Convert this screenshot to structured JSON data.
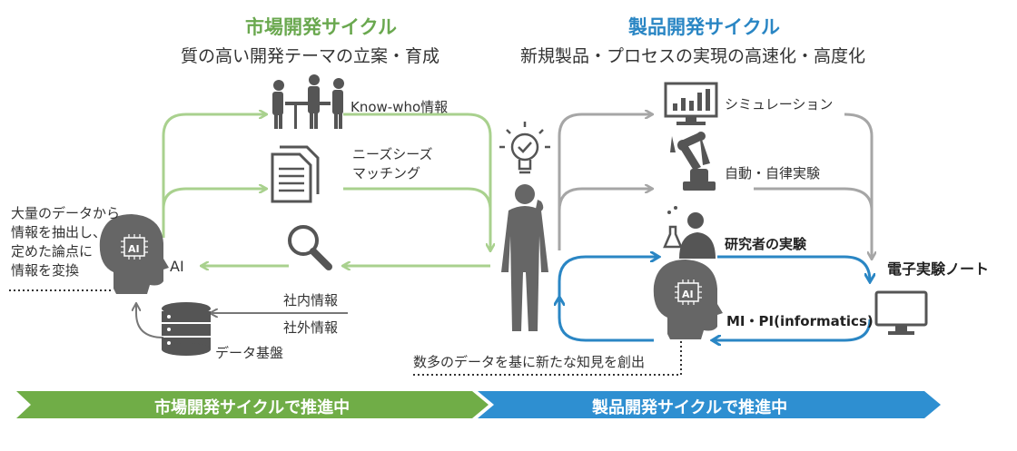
{
  "market": {
    "title": "市場開発サイクル",
    "subtitle": "質の高い開発テーマの立案・育成",
    "items": {
      "know_who": "Know-who情報",
      "needs_seeds": "ニーズシーズ\nマッチング",
      "ai": "AI",
      "internal": "社内情報",
      "external": "社外情報",
      "data_base": "データ基盤"
    },
    "ai_note": "大量のデータから\n情報を抽出し、\n定めた論点に\n情報を変換"
  },
  "product": {
    "title": "製品開発サイクル",
    "subtitle": "新規製品・プロセスの実現の高速化・高度化",
    "items": {
      "simulation": "シミュレーション",
      "auto": "自動・自律実験",
      "researcher": "研究者の実験",
      "eln": "電子実験ノート",
      "mi_pi": "MI・PI(informatics)"
    },
    "knowledge_note": "数多のデータを基に新たな知見を創出"
  },
  "banners": {
    "left": "市場開発サイクルで推進中",
    "right": "製品開発サイクルで推進中"
  },
  "icons": {
    "ai_chip": "AI"
  },
  "colors": {
    "green": "#6aa84f",
    "green_arrow": "#a9d18e",
    "blue": "#2a86c4",
    "gray": "#a6a6a6",
    "banner_green": "#70ad47",
    "banner_blue": "#2e8fd1"
  }
}
